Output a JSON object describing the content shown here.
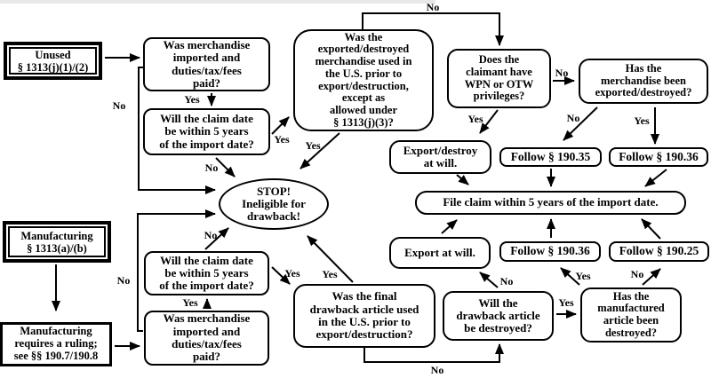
{
  "colors": {
    "ink": "#000000",
    "background": "#ffffff"
  },
  "labels": {
    "yes": "Yes",
    "no": "No"
  },
  "nodes": {
    "unused": {
      "text": "Unused\n§ 1313(j)(1)/(2)"
    },
    "was_merch_top": {
      "text": "Was merchandise\nimported and\nduties/tax/fees\npaid?"
    },
    "claim_date_top": {
      "text": "Will the claim date\nbe within 5 years\nof the import date?"
    },
    "used_except": {
      "text": "Was the\nexported/destroyed\nmerchandise used in\nthe U.S. prior to\nexport/destruction,\nexcept as\nallowed under\n§ 1313(j)(3)?"
    },
    "claimant": {
      "text": "Does the\nclaimant have\nWPN or OTW\nprivileges?"
    },
    "has_merch": {
      "text": "Has the\nmerchandise been\nexported/destroyed?"
    },
    "export_destroy": {
      "text": "Export/destroy\nat will."
    },
    "follow_190_35": {
      "text": "Follow § 190.35"
    },
    "follow_190_36_top": {
      "text": "Follow § 190.36"
    },
    "file_claim": {
      "text": "File claim within 5 years of the import date."
    },
    "stop": {
      "text": "STOP!\nIneligible for\ndrawback!"
    },
    "export_at_will": {
      "text": "Export at will."
    },
    "follow_190_36_bottom": {
      "text": "Follow § 190.36"
    },
    "follow_190_25": {
      "text": "Follow § 190.25"
    },
    "manufacturing": {
      "text": "Manufacturing\n§ 1313(a)/(b)"
    },
    "ruling": {
      "text": "Manufacturing\nrequires a ruling;\nsee §§ 190.7/190.8"
    },
    "was_merch_bottom": {
      "text": "Was merchandise\nimported and\nduties/tax/fees\npaid?"
    },
    "claim_date_bottom": {
      "text": "Will the claim date\nbe within 5 years\nof the import date?"
    },
    "was_final": {
      "text": "Was the final\ndrawback article used\nin the U.S. prior to\nexport/destruction?"
    },
    "will_drawback": {
      "text": "Will the\ndrawback article\nbe destroyed?"
    },
    "has_manufactured": {
      "text": "Has the\nmanufactured\narticle been\ndestroyed?"
    }
  },
  "edges": [
    {
      "from": "unused",
      "to": "was_merch_top",
      "label": ""
    },
    {
      "from": "was_merch_top",
      "to": "stop",
      "label": "No"
    },
    {
      "from": "was_merch_top",
      "to": "claim_date_top",
      "label": "Yes"
    },
    {
      "from": "claim_date_top",
      "to": "used_except",
      "label": "Yes"
    },
    {
      "from": "claim_date_top",
      "to": "stop",
      "label": "No"
    },
    {
      "from": "used_except",
      "to": "stop",
      "label": "Yes"
    },
    {
      "from": "used_except",
      "to": "claimant",
      "label": "No"
    },
    {
      "from": "claimant",
      "to": "has_merch",
      "label": "No"
    },
    {
      "from": "claimant",
      "to": "export_destroy",
      "label": "Yes"
    },
    {
      "from": "export_destroy",
      "to": "file_claim",
      "label": ""
    },
    {
      "from": "has_merch",
      "to": "follow_190_35",
      "label": "No"
    },
    {
      "from": "has_merch",
      "to": "follow_190_36_top",
      "label": "Yes"
    },
    {
      "from": "follow_190_35",
      "to": "file_claim",
      "label": ""
    },
    {
      "from": "follow_190_36_top",
      "to": "file_claim",
      "label": ""
    },
    {
      "from": "manufacturing",
      "to": "ruling",
      "label": ""
    },
    {
      "from": "ruling",
      "to": "was_merch_bottom",
      "label": ""
    },
    {
      "from": "was_merch_bottom",
      "to": "stop",
      "label": "No"
    },
    {
      "from": "was_merch_bottom",
      "to": "claim_date_bottom",
      "label": "Yes"
    },
    {
      "from": "claim_date_bottom",
      "to": "was_final",
      "label": "Yes"
    },
    {
      "from": "claim_date_bottom",
      "to": "stop",
      "label": "No"
    },
    {
      "from": "was_final",
      "to": "stop",
      "label": "Yes"
    },
    {
      "from": "was_final",
      "to": "will_drawback",
      "label": "No"
    },
    {
      "from": "will_drawback",
      "to": "export_at_will",
      "label": "No"
    },
    {
      "from": "will_drawback",
      "to": "has_manufactured",
      "label": "Yes"
    },
    {
      "from": "has_manufactured",
      "to": "follow_190_36_bottom",
      "label": "Yes"
    },
    {
      "from": "has_manufactured",
      "to": "follow_190_25",
      "label": "No"
    },
    {
      "from": "export_at_will",
      "to": "file_claim",
      "label": ""
    },
    {
      "from": "follow_190_36_bottom",
      "to": "file_claim",
      "label": ""
    },
    {
      "from": "follow_190_25",
      "to": "file_claim",
      "label": ""
    }
  ]
}
